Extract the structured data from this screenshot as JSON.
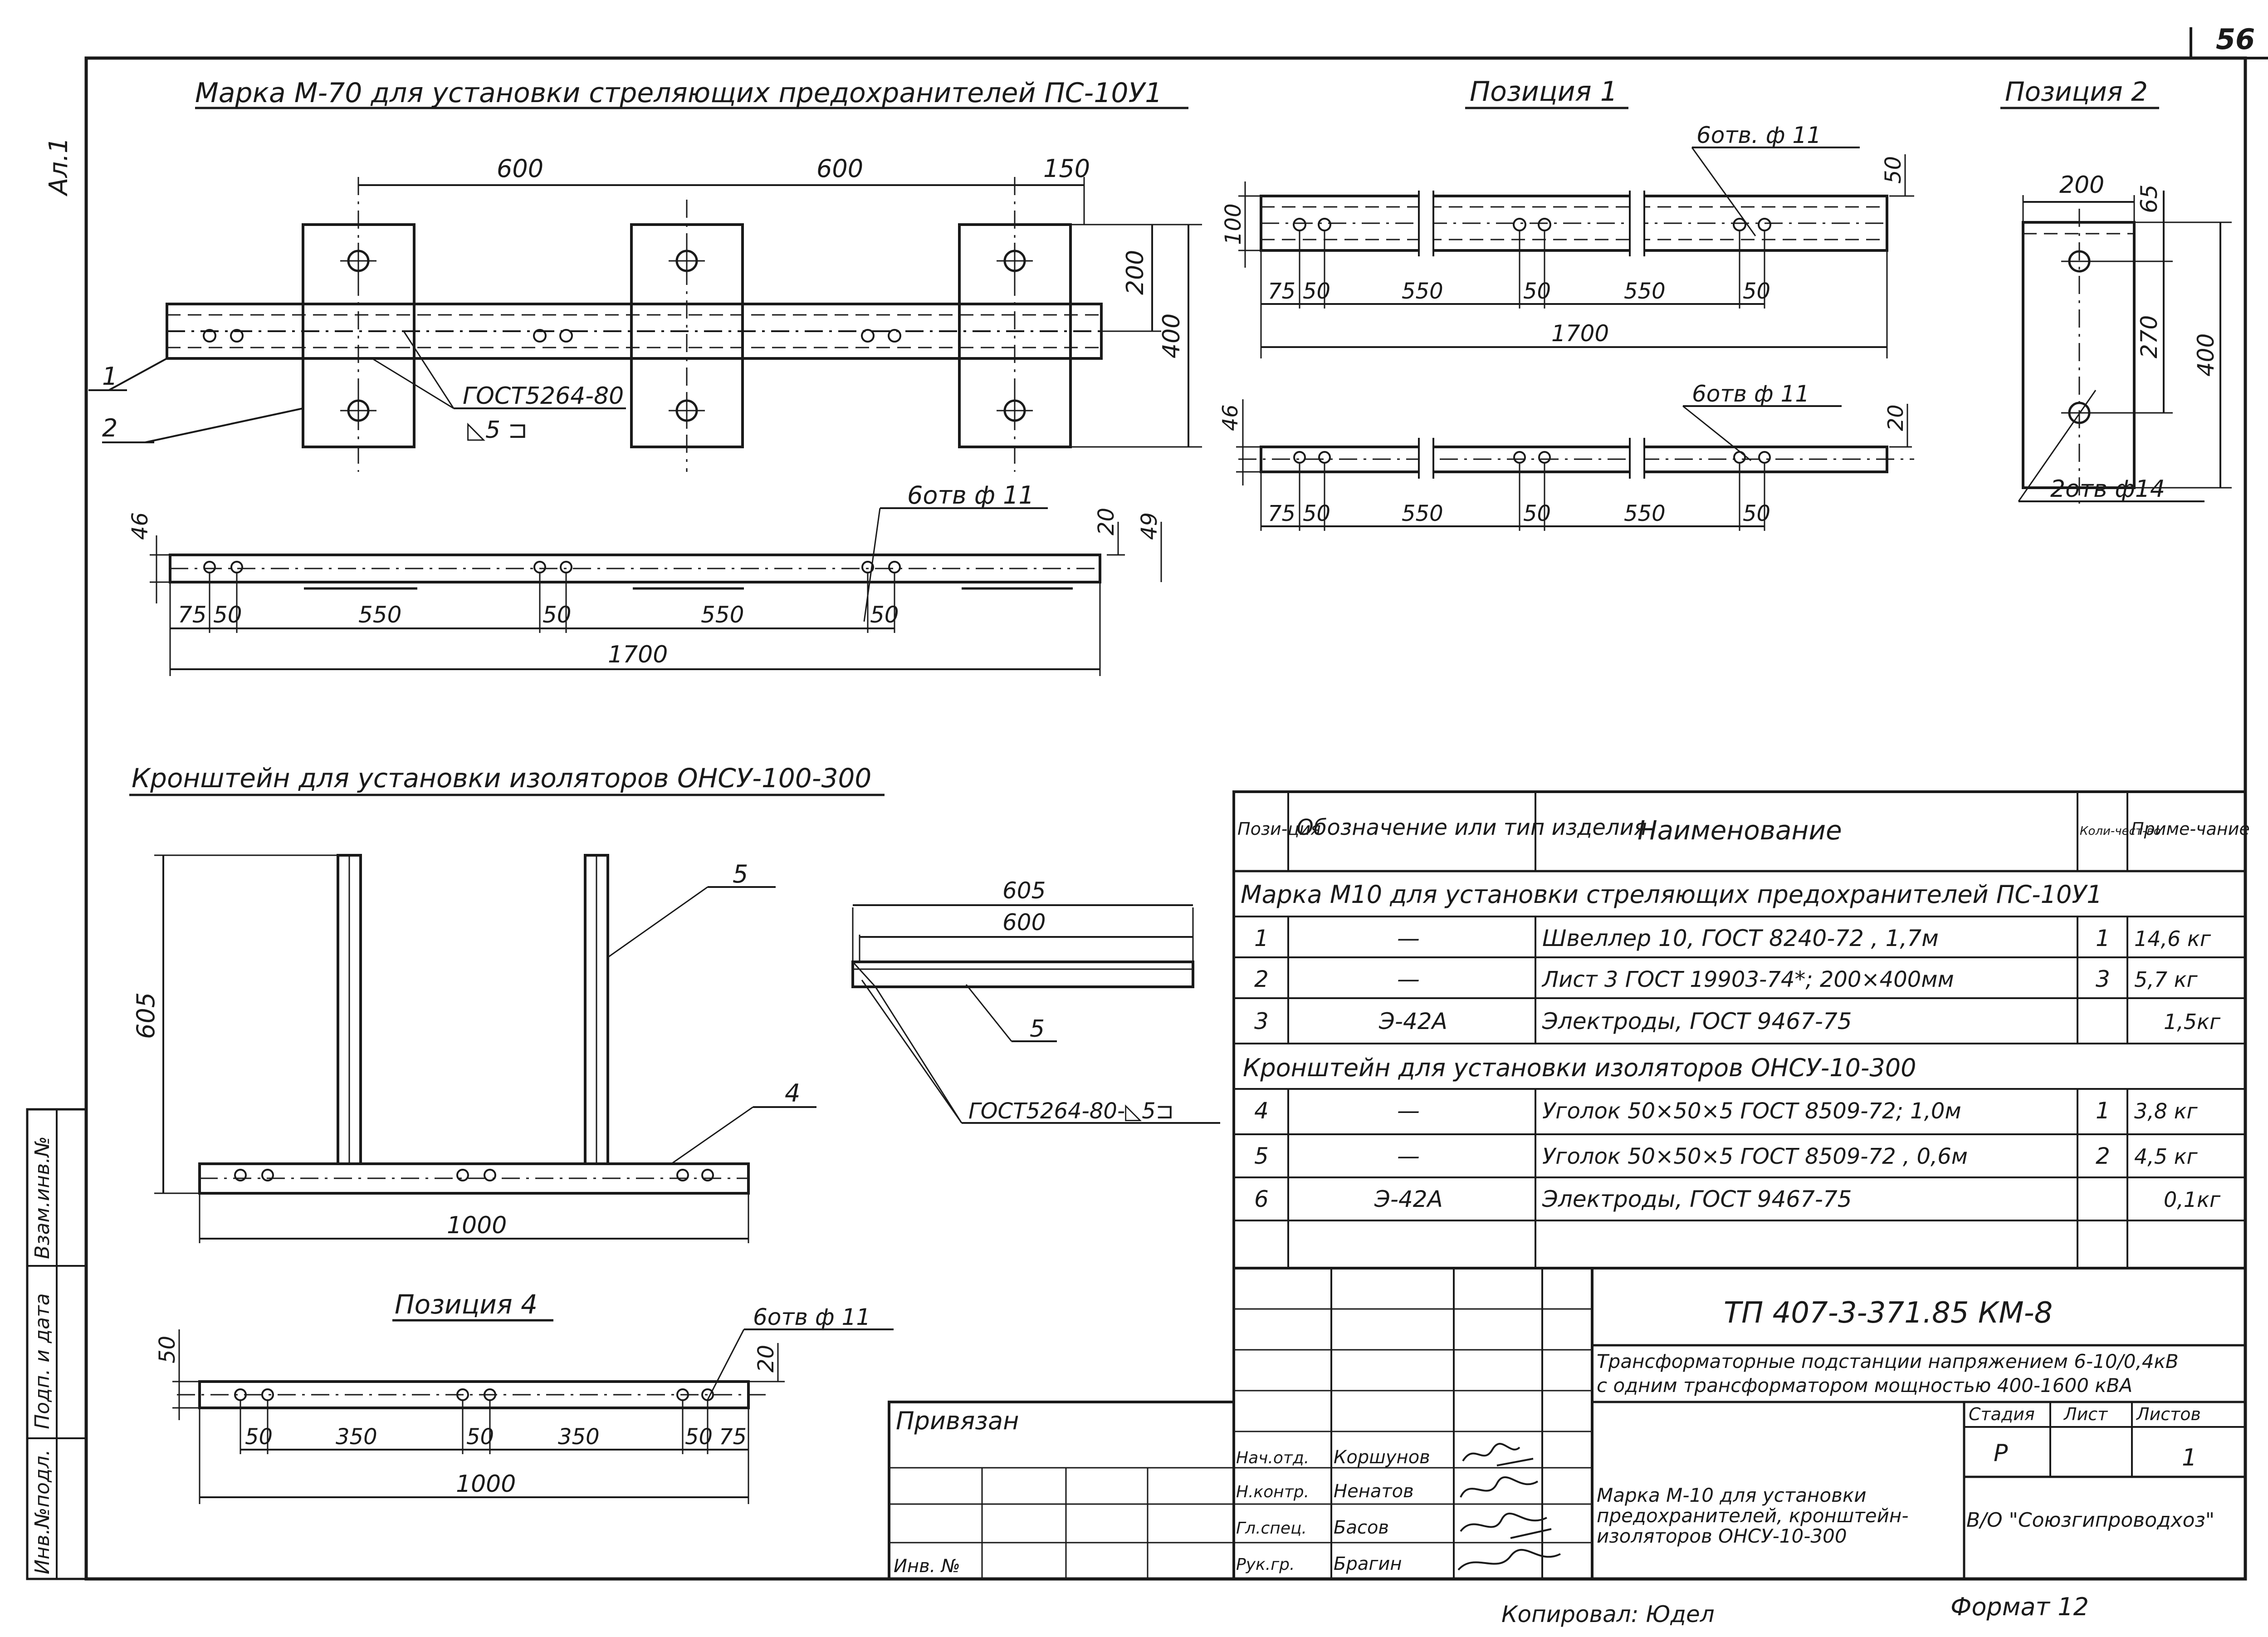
{
  "sheet": {
    "page_number": "56",
    "album_label": "Ал.1",
    "copied_by": "Копировал: Юдел",
    "format": "Формат 12"
  },
  "side_stamp": [
    "Инв.№подл.",
    "Подп. и дата",
    "Взам.инв.№"
  ],
  "drawings": {
    "m70": {
      "title": "Марка М-70 для установки стреляющих предохранителей ПС-10У1",
      "dims_top": [
        "600",
        "600",
        "150"
      ],
      "dim_200": "200",
      "dim_400": "400",
      "leader_1": "1",
      "leader_2": "2",
      "weld_std": "ГОСТ5264-80",
      "weld_symbol": "◺5 ⊐",
      "holes": "6отв ф 11",
      "dim_46": "46",
      "dim_20": "20",
      "dim_49": "49",
      "dims_bottom": [
        "75",
        "50",
        "550",
        "50",
        "550",
        "50"
      ],
      "dim_total": "1700"
    },
    "pos1": {
      "title": "Позиция 1",
      "holes_top": "6отв. ф 11",
      "dim_100": "100",
      "dim_50": "50",
      "dims_row1": [
        "75",
        "50",
        "550",
        "50",
        "550",
        "50"
      ],
      "dim_total": "1700",
      "holes_bottom": "6отв ф 11",
      "dim_46": "46",
      "dim_20": "20",
      "dims_row2": [
        "75",
        "50",
        "550",
        "50",
        "550",
        "50"
      ]
    },
    "pos2": {
      "title": "Позиция 2",
      "dim_200": "200",
      "dim_65": "65",
      "dim_270": "270",
      "dim_400": "400",
      "holes": "2отв ф14"
    },
    "bracket": {
      "title": "Кронштейн для установки изоляторов ОНСУ-100-300",
      "dim_605_v": "605",
      "leader_5": "5",
      "leader_4": "4",
      "dim_1000": "1000",
      "detail_605": "605",
      "detail_600": "600",
      "detail_leader_5": "5",
      "weld_note": "ГОСТ5264-80-◺5⊐"
    },
    "pos4": {
      "title": "Позиция 4",
      "holes": "6отв ф 11",
      "dim_50": "50",
      "dim_20": "20",
      "dims": [
        "50",
        "350",
        "50",
        "350",
        "50",
        "75"
      ],
      "dim_total": "1000"
    }
  },
  "spec_table": {
    "headers": {
      "pos": "Пози-ция",
      "designation": "Обозначение или тип изделия",
      "name": "Наименование",
      "qty": "Коли-чест-во",
      "note": "Приме-чание"
    },
    "sections": [
      {
        "title": "Марка М10 для установки стреляющих предохранителей ПС-10У1"
      },
      {
        "title": "Кронштейн для установки изоляторов ОНСУ-10-300"
      }
    ],
    "rows": [
      {
        "pos": "1",
        "designation": "—",
        "name": "Швеллер 10, ГОСТ 8240-72 , 1,7м",
        "qty": "1",
        "note": "14,6 кг"
      },
      {
        "pos": "2",
        "designation": "—",
        "name": "Лист 3 ГОСТ 19903-74*; 200×400мм",
        "qty": "3",
        "note": "5,7 кг"
      },
      {
        "pos": "3",
        "designation": "Э-42А",
        "name": "Электроды, ГОСТ 9467-75",
        "qty": "",
        "note": "1,5кг"
      },
      {
        "pos": "4",
        "designation": "—",
        "name": "Уголок 50×50×5 ГОСТ 8509-72; 1,0м",
        "qty": "1",
        "note": "3,8 кг"
      },
      {
        "pos": "5",
        "designation": "—",
        "name": "Уголок 50×50×5 ГОСТ 8509-72 , 0,6м",
        "qty": "2",
        "note": "4,5 кг"
      },
      {
        "pos": "6",
        "designation": "Э-42А",
        "name": "Электроды, ГОСТ 9467-75",
        "qty": "",
        "note": "0,1кг"
      }
    ]
  },
  "title_block": {
    "code": "ТП 407-3-371.85    КМ-8",
    "project_line1": "Трансформаторные подстанции напряжением 6-10/0,4кВ",
    "project_line2": "с одним трансформатором мощностью 400-1600 кВА",
    "stage_label": "Стадия",
    "sheet_label": "Лист",
    "sheets_label": "Листов",
    "stage": "Р",
    "sheets": "1",
    "bound": "Привязан",
    "inv": "Инв. №",
    "roles": [
      {
        "role": "Нач.отд.",
        "name": "Коршунов"
      },
      {
        "role": "Н.контр.",
        "name": "Ненатов"
      },
      {
        "role": "Гл.спец.",
        "name": "Басов"
      },
      {
        "role": "Рук.гр.",
        "name": "Брагин"
      }
    ],
    "doc_title_line1": "Марка М-10 для установки",
    "doc_title_line2": "предохранителей, кронштейн-",
    "doc_title_line3": "изоляторов ОНСУ-10-300",
    "org": "В/О \"Союзгипроводхоз\""
  }
}
